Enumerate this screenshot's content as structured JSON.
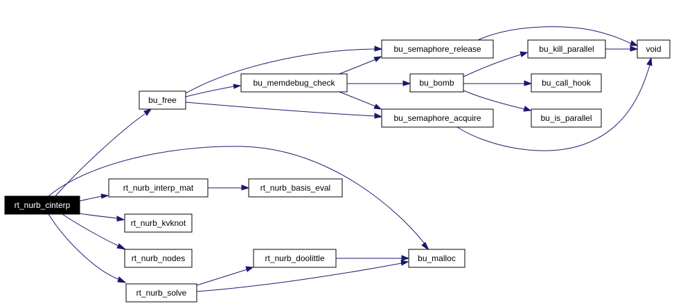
{
  "graph": {
    "colors": {
      "edge": "#191970",
      "node_border": "#000000",
      "root_fill": "#000000",
      "root_text": "#ffffff"
    },
    "nodes": {
      "rt_nurb_cinterp": {
        "label": "rt_nurb_cinterp",
        "root": true
      },
      "bu_free": {
        "label": "bu_free"
      },
      "rt_nurb_interp_mat": {
        "label": "rt_nurb_interp_mat"
      },
      "rt_nurb_kvknot": {
        "label": "rt_nurb_kvknot"
      },
      "rt_nurb_nodes": {
        "label": "rt_nurb_nodes"
      },
      "rt_nurb_solve": {
        "label": "rt_nurb_solve"
      },
      "bu_malloc": {
        "label": "bu_malloc"
      },
      "bu_memdebug_check": {
        "label": "bu_memdebug_check"
      },
      "bu_semaphore_release": {
        "label": "bu_semaphore_release"
      },
      "bu_semaphore_acquire": {
        "label": "bu_semaphore_acquire"
      },
      "bu_bomb": {
        "label": "bu_bomb"
      },
      "bu_kill_parallel": {
        "label": "bu_kill_parallel"
      },
      "bu_call_hook": {
        "label": "bu_call_hook"
      },
      "bu_is_parallel": {
        "label": "bu_is_parallel"
      },
      "void": {
        "label": "void"
      },
      "rt_nurb_basis_eval": {
        "label": "rt_nurb_basis_eval"
      },
      "rt_nurb_doolittle": {
        "label": "rt_nurb_doolittle"
      }
    },
    "edges": [
      {
        "from": "rt_nurb_cinterp",
        "to": "bu_free"
      },
      {
        "from": "rt_nurb_cinterp",
        "to": "bu_malloc"
      },
      {
        "from": "rt_nurb_cinterp",
        "to": "rt_nurb_interp_mat"
      },
      {
        "from": "rt_nurb_cinterp",
        "to": "rt_nurb_kvknot"
      },
      {
        "from": "rt_nurb_cinterp",
        "to": "rt_nurb_nodes"
      },
      {
        "from": "rt_nurb_cinterp",
        "to": "rt_nurb_solve"
      },
      {
        "from": "bu_free",
        "to": "bu_semaphore_release"
      },
      {
        "from": "bu_free",
        "to": "bu_memdebug_check"
      },
      {
        "from": "bu_free",
        "to": "bu_semaphore_acquire"
      },
      {
        "from": "bu_memdebug_check",
        "to": "bu_semaphore_release"
      },
      {
        "from": "bu_memdebug_check",
        "to": "bu_bomb"
      },
      {
        "from": "bu_memdebug_check",
        "to": "bu_semaphore_acquire"
      },
      {
        "from": "bu_semaphore_release",
        "to": "void"
      },
      {
        "from": "bu_semaphore_acquire",
        "to": "void"
      },
      {
        "from": "bu_bomb",
        "to": "bu_kill_parallel"
      },
      {
        "from": "bu_bomb",
        "to": "bu_call_hook"
      },
      {
        "from": "bu_bomb",
        "to": "bu_is_parallel"
      },
      {
        "from": "bu_kill_parallel",
        "to": "void"
      },
      {
        "from": "rt_nurb_interp_mat",
        "to": "rt_nurb_basis_eval"
      },
      {
        "from": "rt_nurb_solve",
        "to": "rt_nurb_doolittle"
      },
      {
        "from": "rt_nurb_solve",
        "to": "bu_malloc"
      },
      {
        "from": "rt_nurb_doolittle",
        "to": "bu_malloc"
      }
    ]
  }
}
